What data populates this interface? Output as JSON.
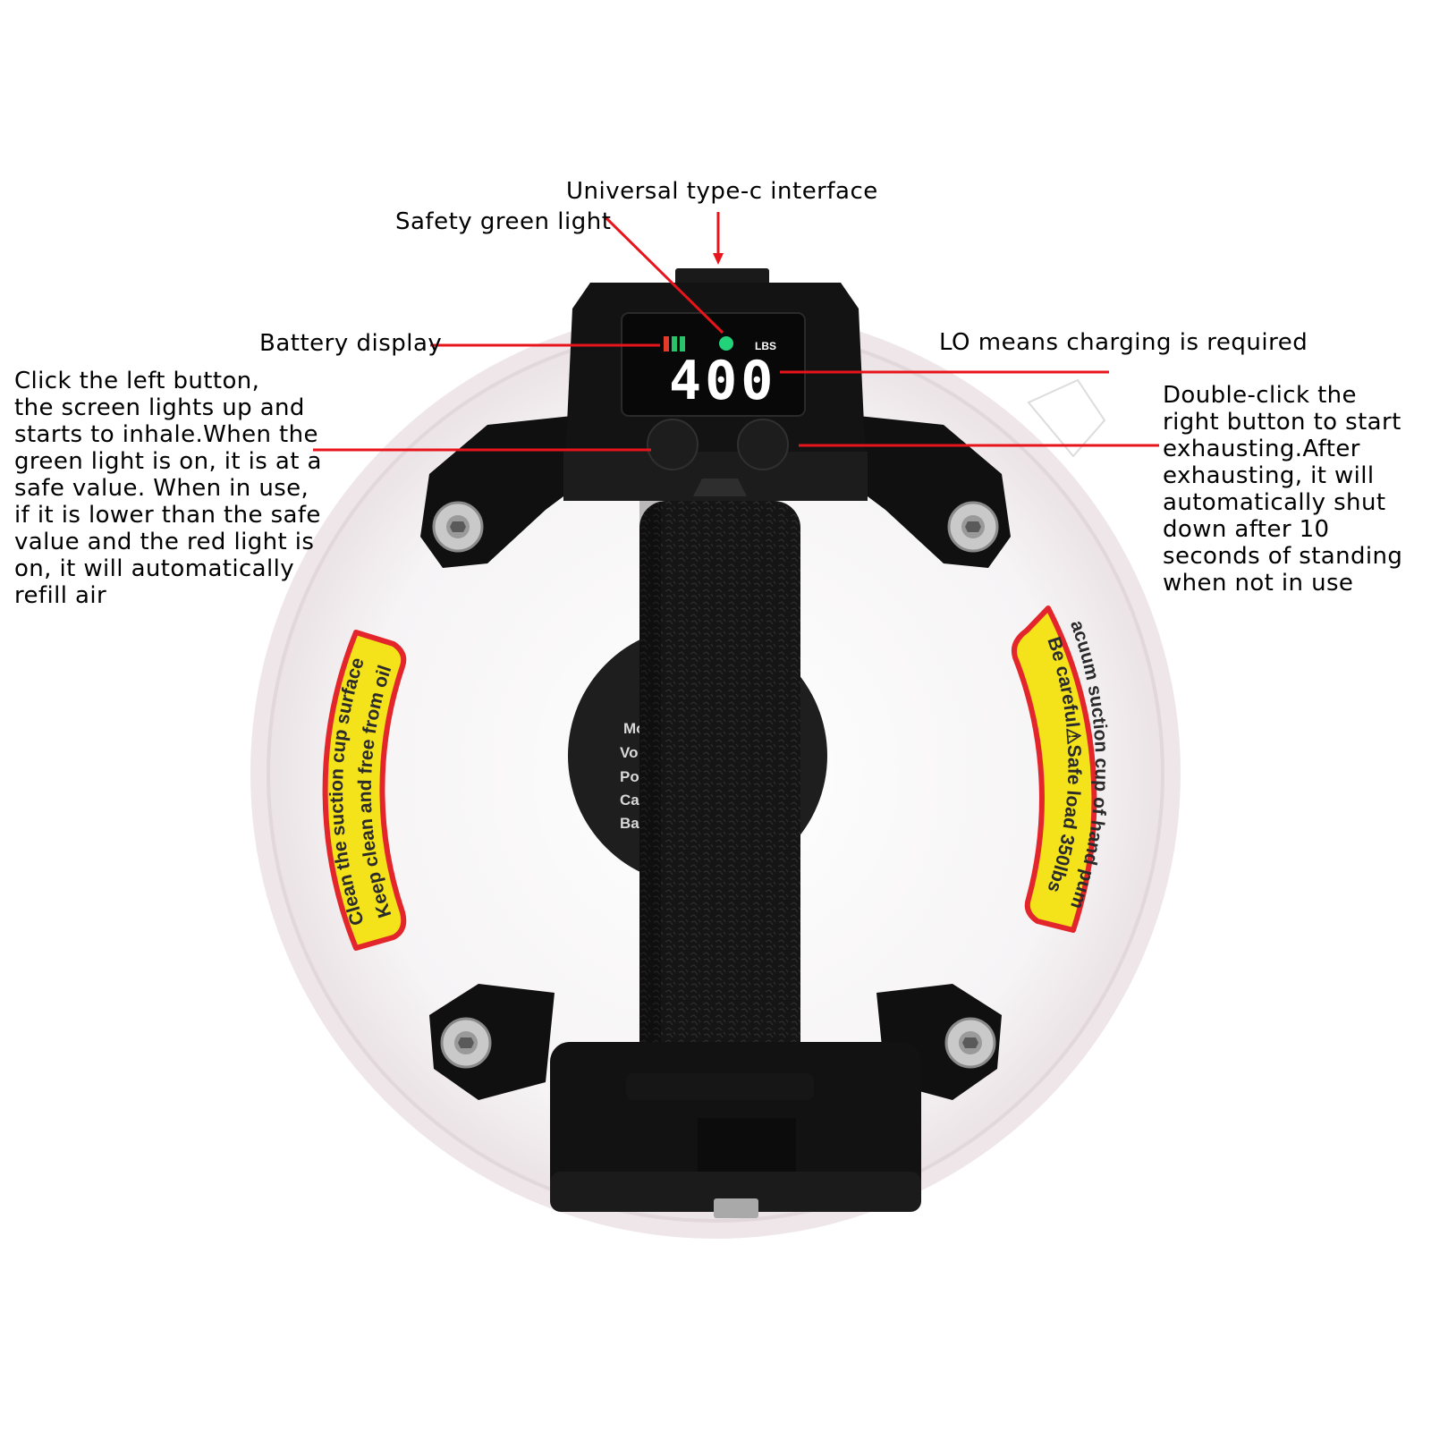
{
  "callouts": {
    "type_c": "Universal type-c interface",
    "green_light": "Safety green light",
    "battery": "Battery display",
    "lo_charging": "LO means charging is required",
    "left_button": [
      "Click the left button,",
      "the screen lights up and",
      "starts to inhale.When the",
      "green light is on, it is at a",
      "safe value. When in use,",
      "if it is lower than the safe",
      "value and the red light is",
      "on, it will automatically",
      "refill air"
    ],
    "right_button": [
      "Double-click the",
      "right button to start",
      "exhausting.After",
      "exhausting, it will",
      "automatically shut",
      "down after 10",
      "seconds of standing",
      "when not in use"
    ]
  },
  "display": {
    "reading": "400",
    "unit": "LBS"
  },
  "stickers": {
    "left": {
      "line1": "Clean the suction cup surface",
      "line2": "Keep clean and free from oil"
    },
    "right": {
      "line1": "Vacuum suction cup of hand pump",
      "line2": "Be careful⚠Safe load 350lbs"
    }
  },
  "center_label": [
    "Mo",
    "Vo",
    "Po",
    "Ca",
    "Ba"
  ],
  "colors": {
    "annotation": "#e8141b",
    "sticker": "#f4e21a",
    "sticker_border": "#e2262b",
    "body": "#0e0e0e",
    "led_green": "#22d37a"
  }
}
